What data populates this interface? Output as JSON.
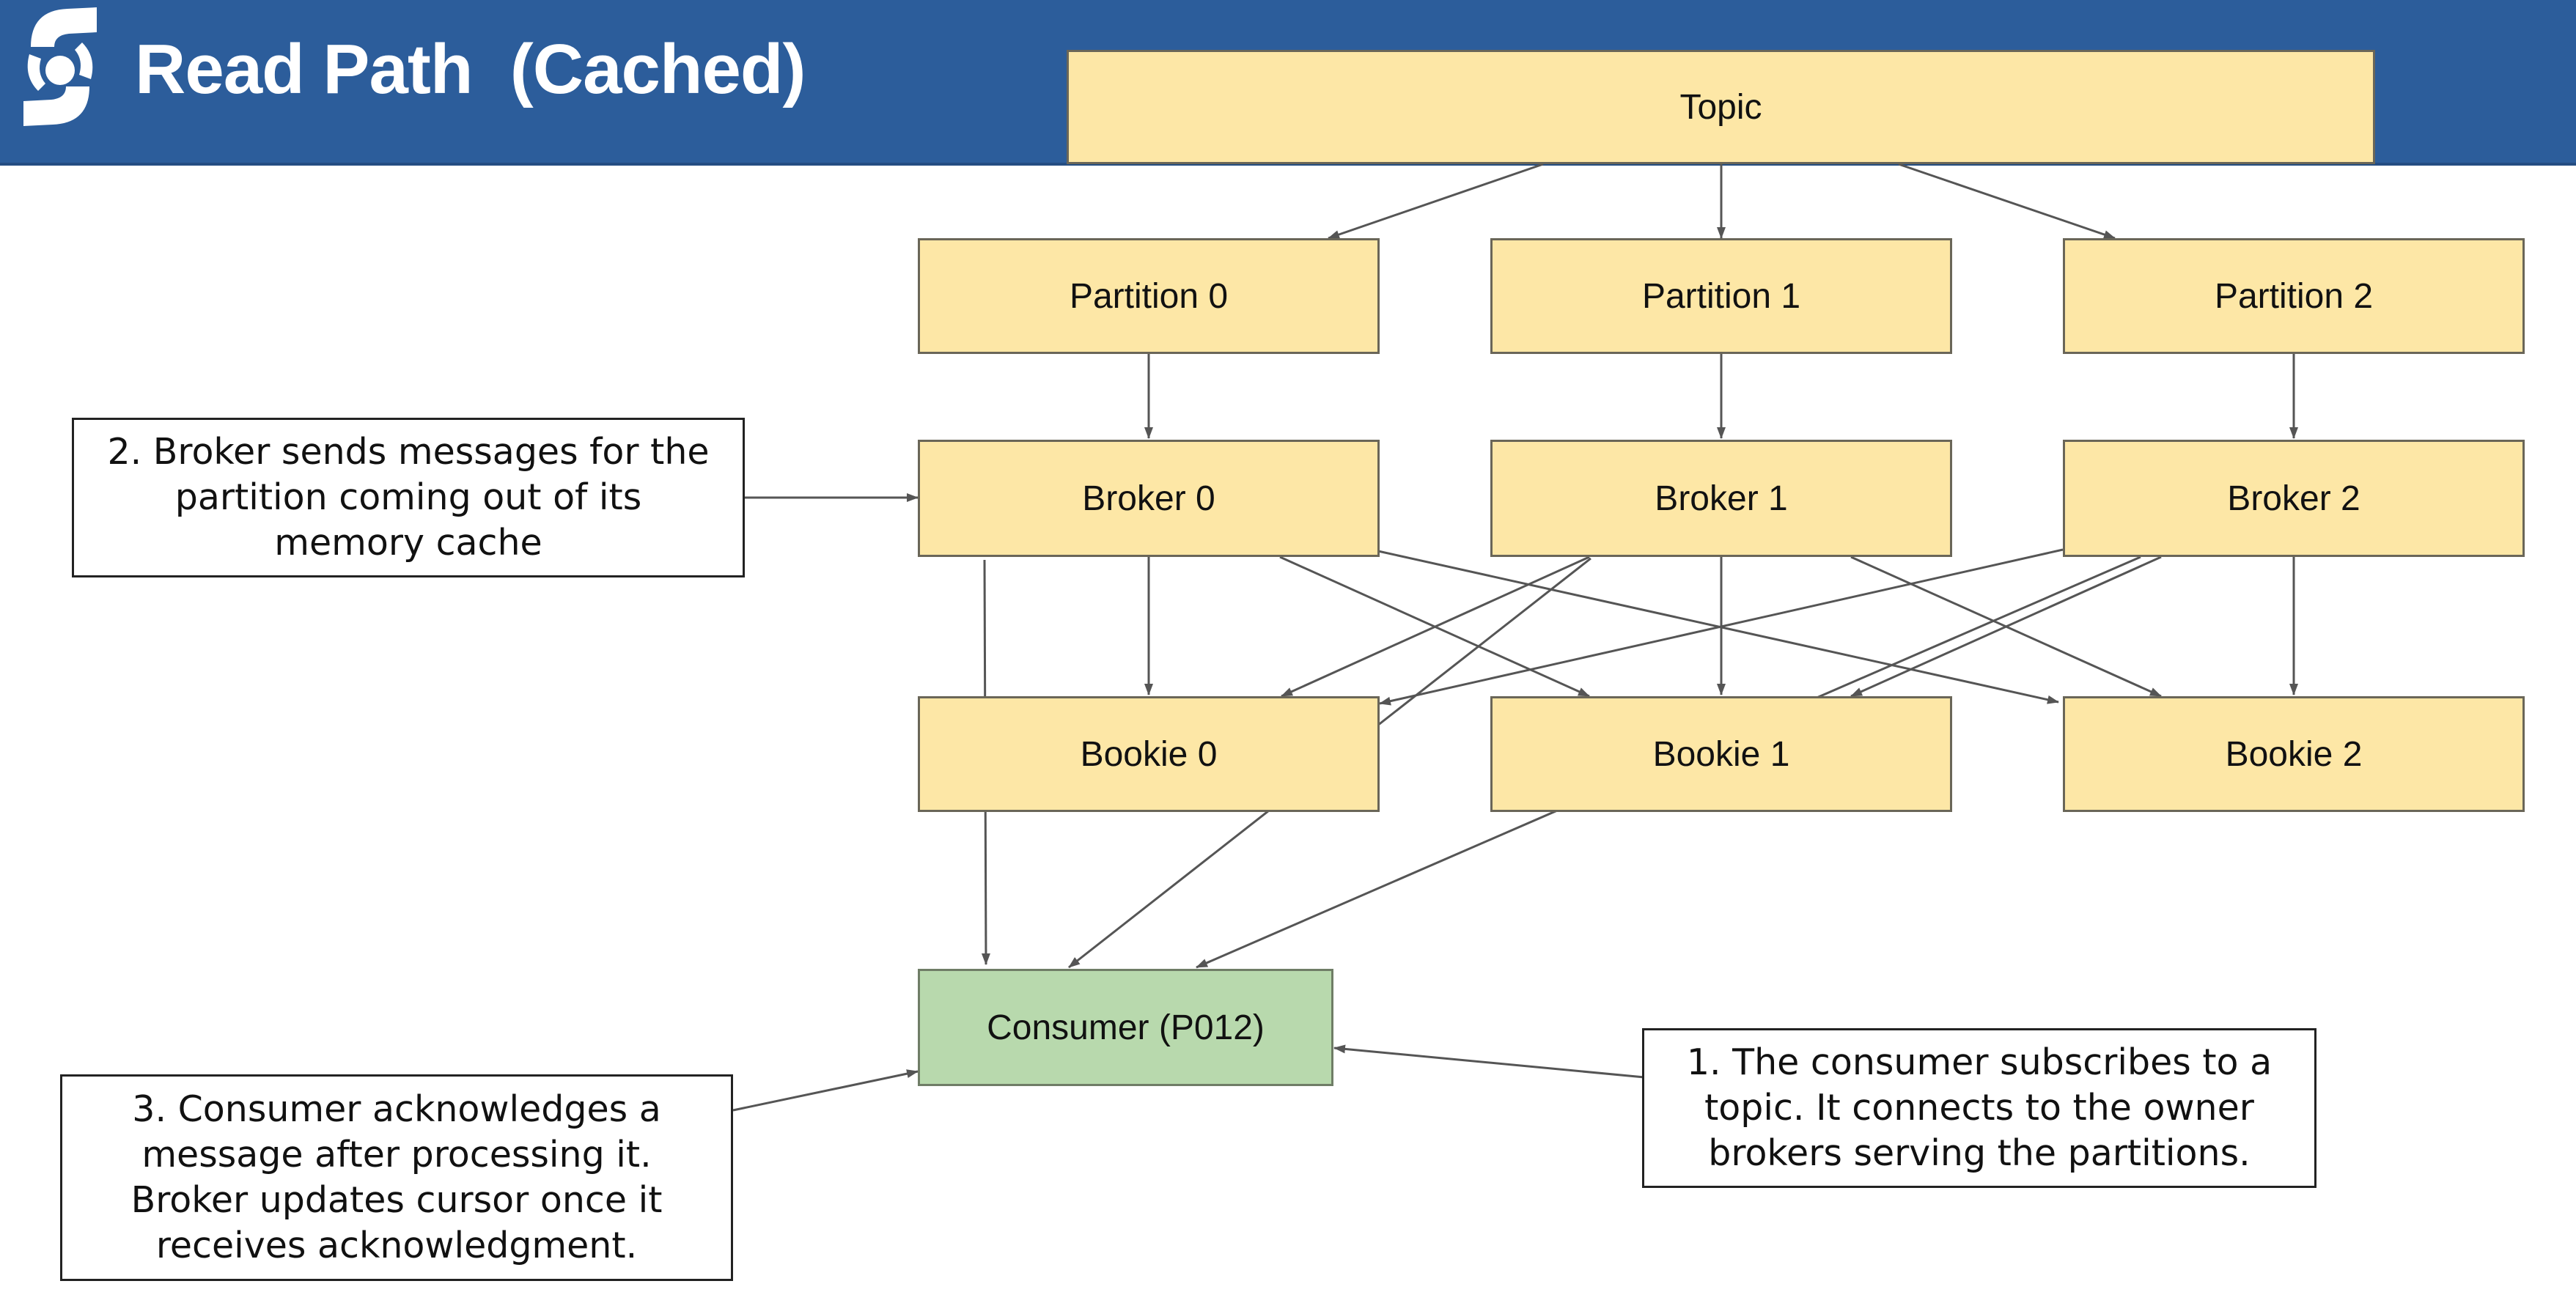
{
  "header": {
    "title": "Read Path  (Cached)",
    "logo_icon": "s-logo-icon",
    "background": "#2c5d9b"
  },
  "diagram": {
    "topic": "Topic",
    "partitions": [
      "Partition 0",
      "Partition 1",
      "Partition 2"
    ],
    "brokers": [
      "Broker 0",
      "Broker 1",
      "Broker 2"
    ],
    "bookies": [
      "Bookie 0",
      "Bookie 1",
      "Bookie 2"
    ],
    "consumer": "Consumer (P012)",
    "notes": {
      "note1": "1. The consumer subscribes to a\ntopic. It connects to the owner\nbrokers serving the partitions.",
      "note2": "2. Broker sends messages for the\npartition coming out of its\nmemory cache",
      "note3": "3. Consumer acknowledges a\nmessage after processing it.\nBroker updates cursor once it\nreceives acknowledgment."
    },
    "colors": {
      "box_fill": "#fde7a6",
      "consumer_fill": "#b8d9ad",
      "arrow": "#555555"
    }
  }
}
